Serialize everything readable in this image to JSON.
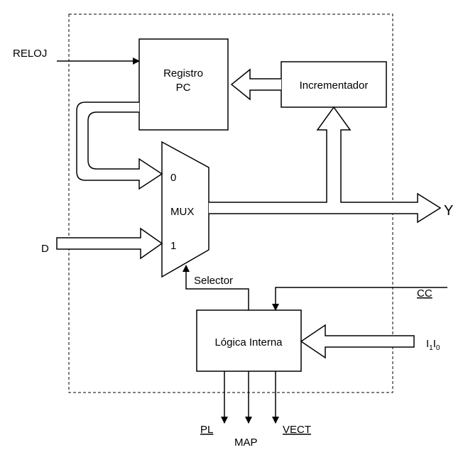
{
  "blocks": {
    "registro_pc": [
      "Registro",
      "PC"
    ],
    "incrementador": "Incrementador",
    "mux": {
      "label": "MUX",
      "input0": "0",
      "input1": "1"
    },
    "logica_interna": "Lógica Interna"
  },
  "signals": {
    "reloj": "RELOJ",
    "d": "D",
    "y": "Y",
    "selector": "Selector",
    "cc": "CC",
    "i_base": "I",
    "i1_sub": "1",
    "i0_sub": "0",
    "pl": "PL",
    "map": "MAP",
    "vect": "VECT"
  }
}
